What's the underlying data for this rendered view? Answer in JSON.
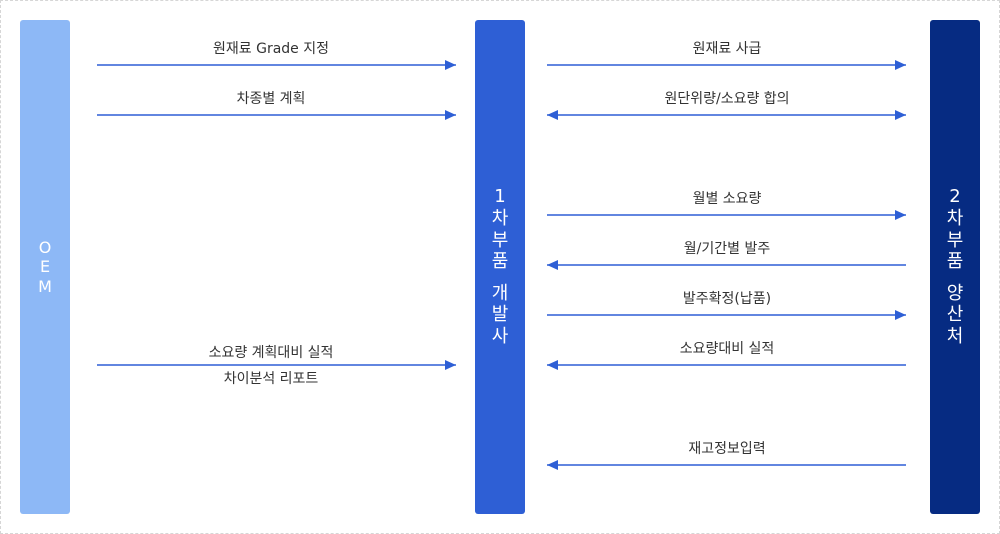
{
  "columns": {
    "oem": "OEM",
    "tier1": "1차부품 개발사",
    "tier2": "2차부품 양산처"
  },
  "left_flows": [
    {
      "label": "원재료 Grade 지정",
      "direction": "right"
    },
    {
      "label": "차종별 계획",
      "direction": "right"
    },
    {
      "label": "소요량 계획대비 실적",
      "label2": "차이분석 리포트",
      "direction": "right"
    }
  ],
  "right_flows": [
    {
      "label": "원재료 사급",
      "direction": "right"
    },
    {
      "label": "원단위량/소요량 합의",
      "direction": "both"
    },
    {
      "label": "월별 소요량",
      "direction": "right"
    },
    {
      "label": "월/기간별 발주",
      "direction": "left"
    },
    {
      "label": "발주확정(납품)",
      "direction": "right"
    },
    {
      "label": "소요량대비 실적",
      "direction": "left"
    },
    {
      "label": "재고정보입력",
      "direction": "left"
    }
  ],
  "colors": {
    "oem": "#8db8f6",
    "tier1": "#2e5fd5",
    "tier2": "#062b82",
    "arrow": "#2e5fd5"
  }
}
